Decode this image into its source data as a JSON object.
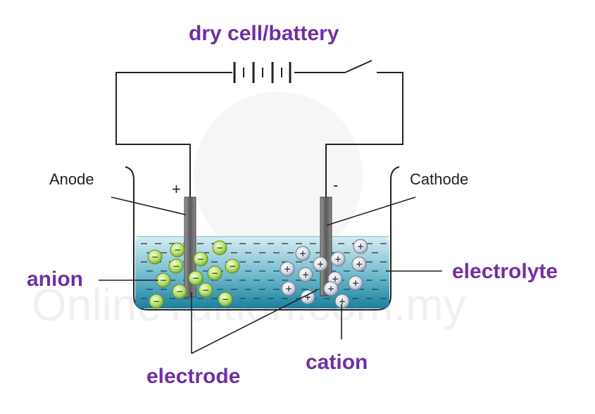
{
  "labels": {
    "title": "dry cell/battery",
    "anode": "Anode",
    "cathode": "Cathode",
    "anode_sign": "+",
    "cathode_sign": "-",
    "anion": "anion",
    "electrolyte": "electrolyte",
    "electrode": "electrode",
    "cation": "cation"
  },
  "watermark": "OnlineTuition.com.my",
  "ions": {
    "anion_sign": "−",
    "cation_sign": "+"
  },
  "colors": {
    "label_purple": "#7030a0",
    "electrolyte_top": "#c9e6ee",
    "electrolyte_bottom": "#1f8aa6",
    "anion_fill": "#b9e06b",
    "cation_fill": "#dfe3ea",
    "electrode": "#6f6f6f"
  }
}
